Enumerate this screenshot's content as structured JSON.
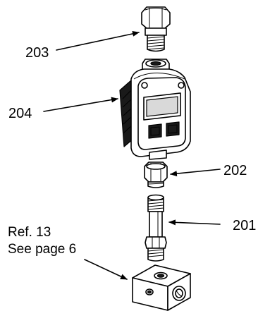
{
  "callouts": {
    "fitting_top": "203",
    "meter": "204",
    "nut": "202",
    "extension": "201"
  },
  "reference": {
    "line1": "Ref. 13",
    "line2": "See page 6"
  }
}
